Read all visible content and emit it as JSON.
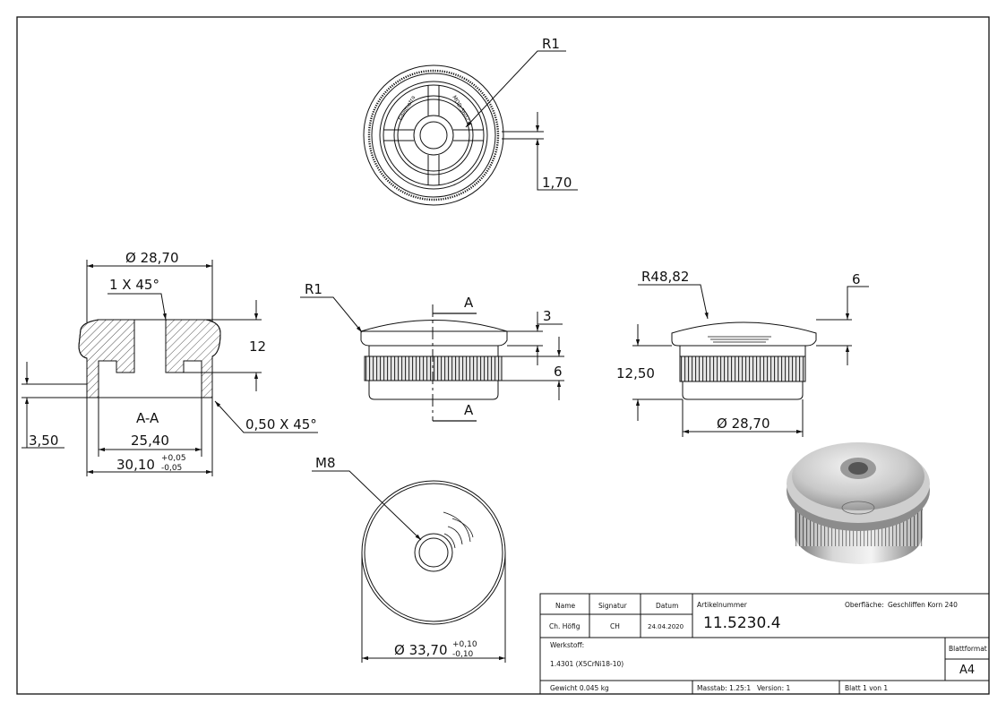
{
  "top_view": {
    "radius_label": "R1",
    "depth_label": "1,70",
    "engrave_left": "Edelmatra",
    "engrave_right": "MOD.5602"
  },
  "section_view": {
    "diameter_label": "Ø 28,70",
    "chamfer_top_label": "1 X 45°",
    "height_label": "12",
    "section_label": "A-A",
    "bottom_chamfer_label": "0,50 X 45°",
    "inner_label": "3,50",
    "width_inner_label": "25,40",
    "width_outer_label": "30,10",
    "tol_upper": "+0,05",
    "tol_lower": "-0,05"
  },
  "front_view": {
    "radius_label": "R1",
    "cut_marker": "A",
    "thickness_label": "3",
    "knurl_label": "6"
  },
  "side_view": {
    "radius_label": "R48,82",
    "cap_label": "6",
    "height_label": "12,50",
    "diameter_label": "Ø 28,70"
  },
  "bottom_view": {
    "thread_label": "M8",
    "diameter_label": "Ø 33,70",
    "tol_upper": "+0,10",
    "tol_lower": "-0,10"
  },
  "title_block": {
    "name_header": "Name",
    "signature_header": "Signatur",
    "date_header": "Datum",
    "name_value": "Ch. Höfig",
    "signature_value": "CH",
    "date_value": "24.04.2020",
    "article_label": "Artikelnummer",
    "article_value": "11.5230.4",
    "surface_label": "Oberfläche:",
    "surface_value": "Geschliffen Korn 240",
    "material_label": "Werkstoff:",
    "material_value": "1.4301 (X5CrNi18-10)",
    "sheet_format_label": "Blattformat",
    "sheet_format_value": "A4",
    "weight": "Gewicht 0.045 kg",
    "scale": "Masstab: 1.25:1",
    "version": "Version: 1",
    "sheet_of": "Blatt 1 von 1"
  }
}
